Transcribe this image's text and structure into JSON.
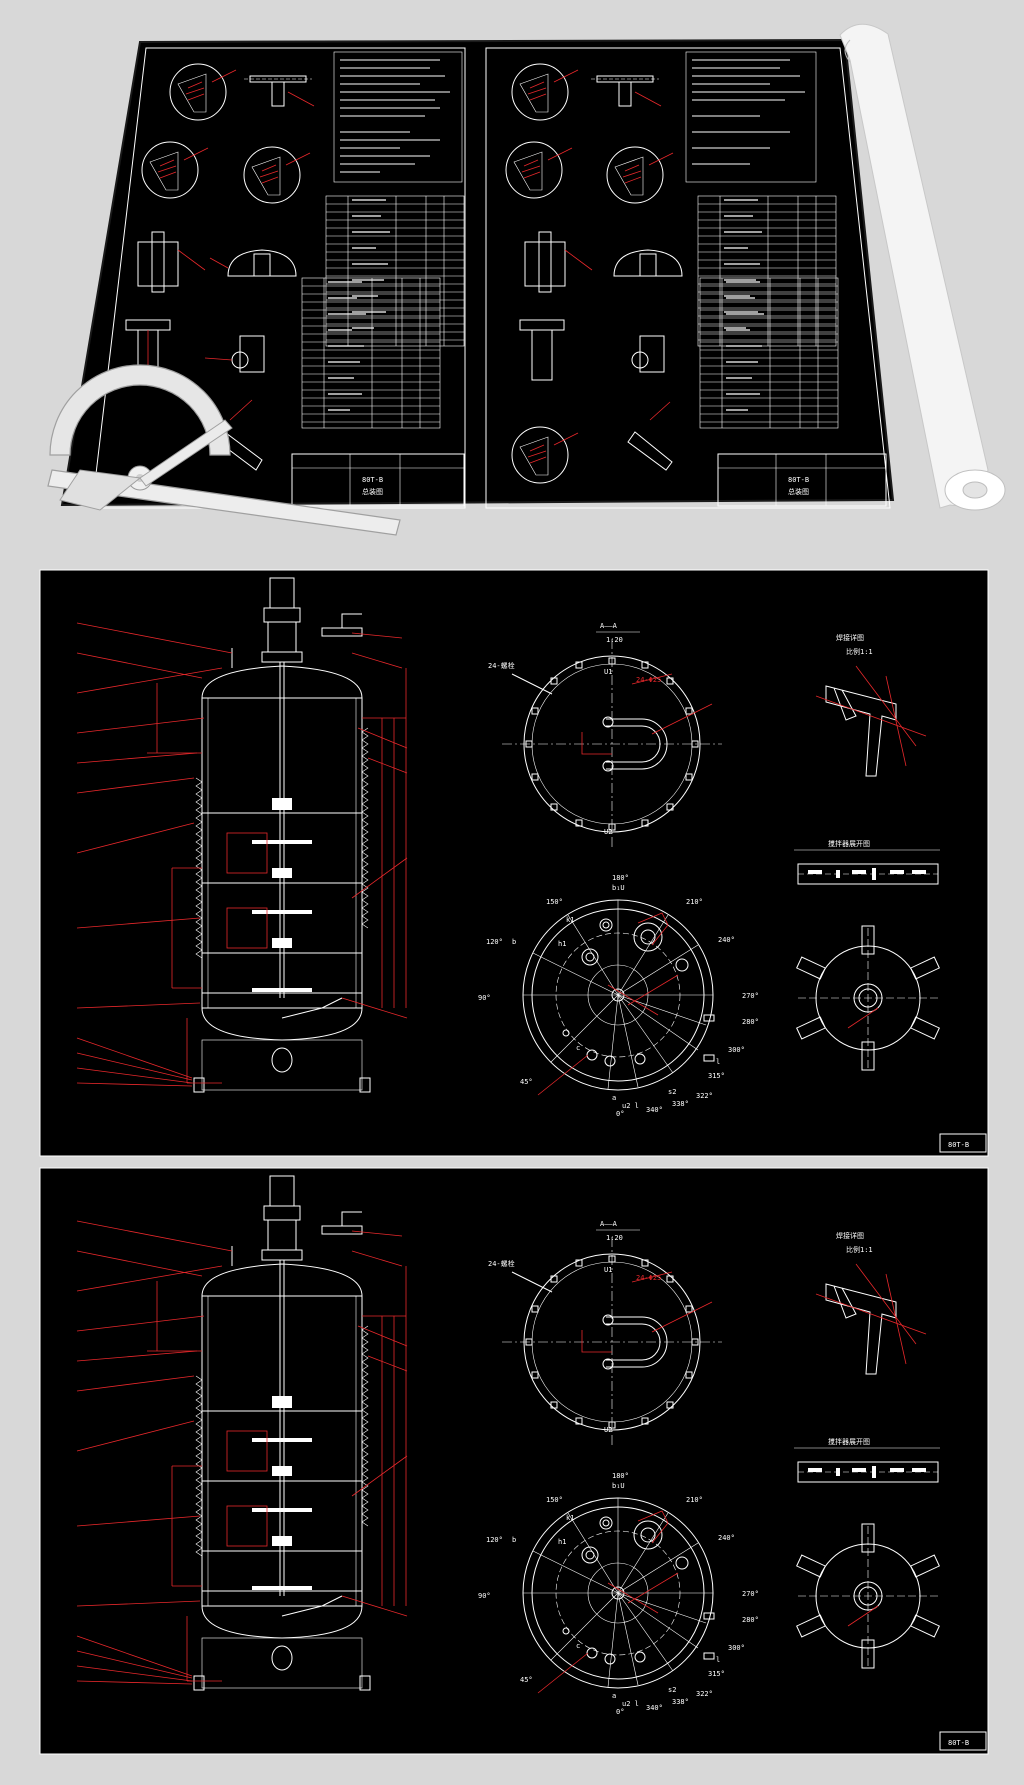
{
  "colors": {
    "background": "#d8d8d8",
    "sheet": "#000000",
    "line_white": "#ffffff",
    "line_red": "#e8282b",
    "paper_roll": "#f4f4f4"
  },
  "icons": [
    "protractor-icon",
    "paper-roll-icon"
  ],
  "top_sheet": {
    "left_title_block": {
      "code": "80T-B",
      "name": "总装图"
    },
    "right_title_block": {
      "code": "80T-B",
      "name": "总装图"
    }
  },
  "drawing": {
    "section_title": "A——A",
    "section_scale": "1:20",
    "holes_label": "24-Φ25",
    "gasket_label": "24-螺栓",
    "detail_title": "焊接详图",
    "detail_scale": "比例1:1",
    "strip_label": "搅拌器展开图",
    "nozzle_u1": "U1",
    "nozzle_u2": "U2",
    "top_angle": "180°",
    "top_nozzle": "b₁U",
    "angles_left": [
      "150°",
      "120°",
      "90°",
      "45°"
    ],
    "angles_right": [
      "210°",
      "240°",
      "270°",
      "280°",
      "300°",
      "322°",
      "315°"
    ],
    "angles_bottom": [
      "0°",
      "340°",
      "338°"
    ],
    "nozzle_labels": [
      "k1",
      "h1",
      "c",
      "b",
      "a",
      "s2",
      "l",
      "u2 l"
    ],
    "corner_code": "80T-B"
  }
}
